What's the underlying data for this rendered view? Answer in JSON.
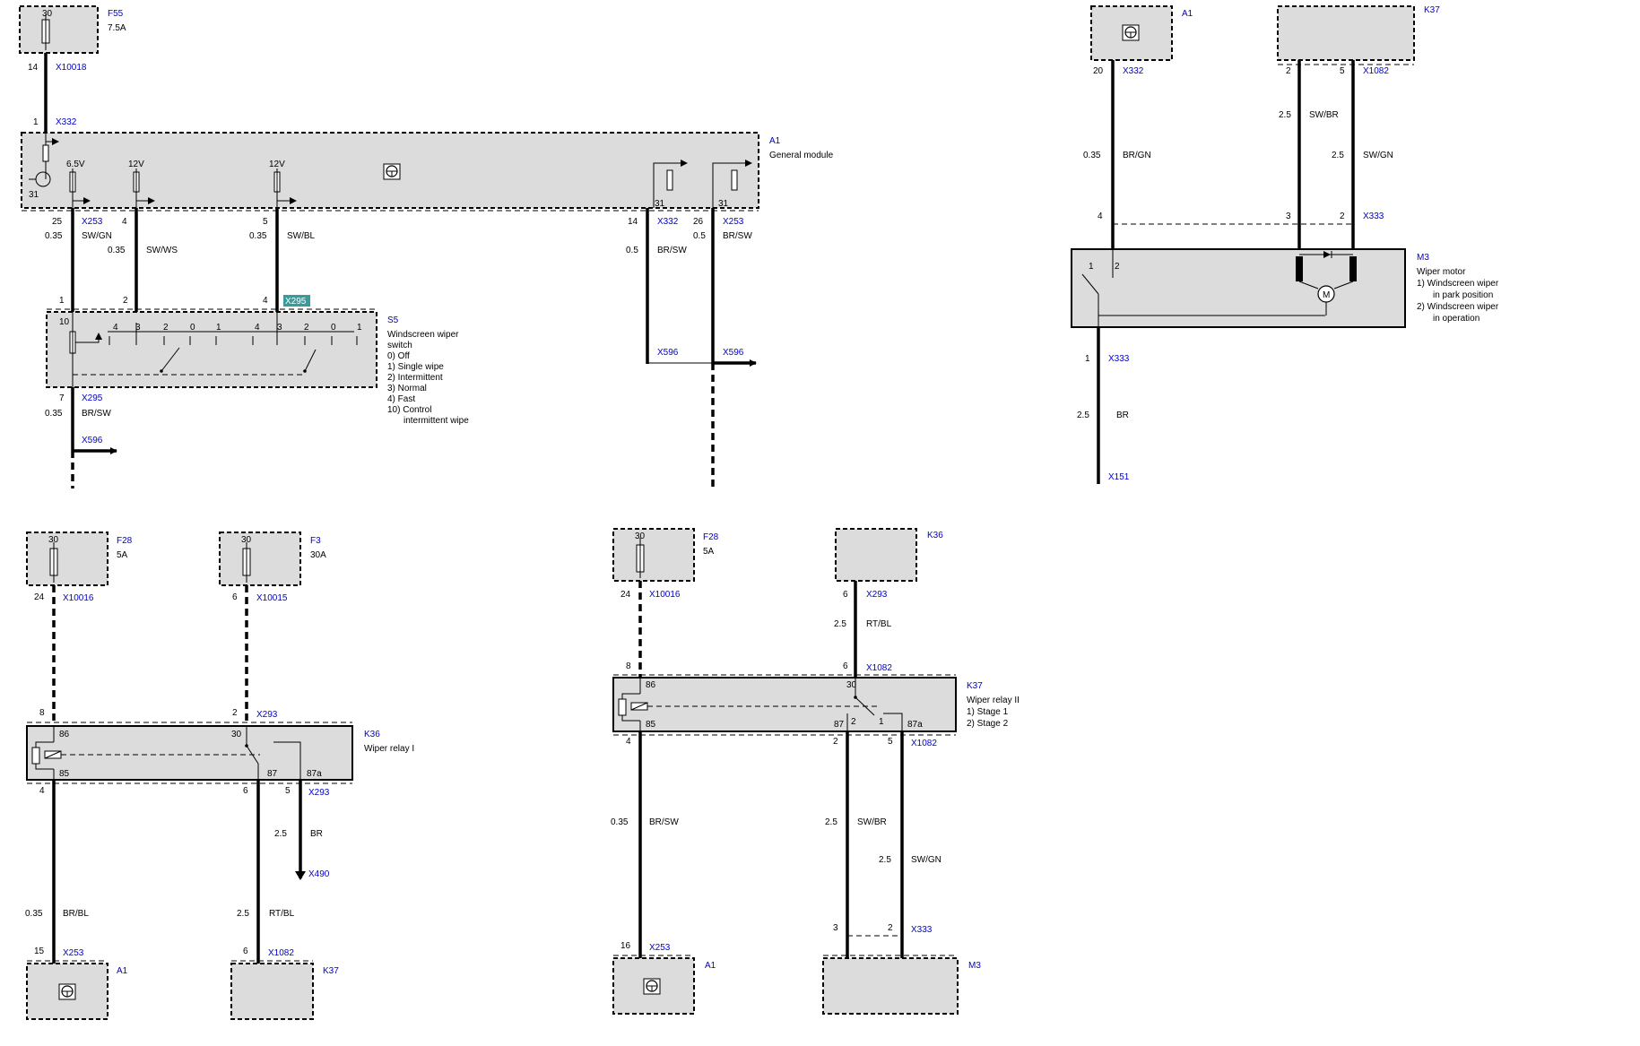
{
  "diagram": {
    "top": {
      "f55": {
        "id": "F55",
        "rating": "7.5A",
        "pin": "30"
      },
      "x10018": {
        "conn": "X10018",
        "pin": "14"
      },
      "x332_in": {
        "conn": "X332",
        "pin": "1"
      },
      "a1": {
        "id": "A1",
        "desc": "General module",
        "v1": "6.5V",
        "v2": "12V",
        "v3": "12V",
        "gnd": "31",
        "gnd2": "31",
        "gnd3": "31"
      },
      "wires": [
        {
          "pin": "25",
          "conn": "X253",
          "size": "0.35",
          "color": "SW/GN"
        },
        {
          "pin": "4",
          "size": "0.35",
          "color": "SW/WS"
        },
        {
          "pin": "5",
          "size": "0.35",
          "color": "SW/BL"
        },
        {
          "pin": "14",
          "conn": "X332",
          "size": "0.5",
          "color": "BR/SW"
        },
        {
          "pin": "26",
          "conn": "X253",
          "size": "0.5",
          "color": "BR/SW"
        }
      ],
      "s5_pins": {
        "p1": "1",
        "p2": "2",
        "p4": "4",
        "conn": "X295"
      },
      "s5": {
        "id": "S5",
        "line1": "Windscreen wiper",
        "line2": "switch",
        "opts": [
          "0) Off",
          "1) Single wipe",
          "2) Intermittent",
          "3) Normal",
          "4) Fast",
          "10) Control",
          "intermittent wipe"
        ],
        "pin10": "10",
        "c1": [
          "4",
          "3",
          "2",
          "0",
          "1"
        ],
        "c2": [
          "4",
          "3",
          "2",
          "0",
          "1"
        ]
      },
      "x596a": "X596",
      "x596b": "X596",
      "s5_out": {
        "pin": "7",
        "conn": "X295",
        "size": "0.35",
        "color": "BR/SW",
        "dest": "X596"
      }
    },
    "motor": {
      "a1": {
        "id": "A1",
        "pin": "20",
        "conn": "X332",
        "size": "0.35",
        "color": "BR/GN"
      },
      "k37": {
        "id": "K37",
        "pin2": "2",
        "pin5": "5",
        "conn": "X1082",
        "w1size": "2.5",
        "w1color": "SW/BR",
        "w2size": "2.5",
        "w2color": "SW/GN"
      },
      "x333": {
        "p4": "4",
        "p3": "3",
        "p2": "2",
        "conn": "X333"
      },
      "m3": {
        "id": "M3",
        "desc": "Wiper motor",
        "opts": [
          "1) Windscreen wiper",
          "in park position",
          "2) Windscreen wiper",
          "in operation"
        ],
        "i1": "1",
        "i2": "2",
        "m": "M"
      },
      "out": {
        "pin": "1",
        "conn": "X333",
        "size": "2.5",
        "color": "BR",
        "dest": "X151"
      }
    },
    "k36": {
      "f28": {
        "id": "F28",
        "rating": "5A",
        "pin": "30",
        "xpin": "24",
        "conn": "X10016"
      },
      "f3": {
        "id": "F3",
        "rating": "30A",
        "pin": "30",
        "xpin": "6",
        "conn": "X10015"
      },
      "x293": {
        "p8": "8",
        "p2": "2",
        "conn": "X293"
      },
      "relay": {
        "id": "K36",
        "desc": "Wiper relay I",
        "t86": "86",
        "t30": "30",
        "t85": "85",
        "t87": "87",
        "t87a": "87a"
      },
      "bot": {
        "p4": "4",
        "p6": "6",
        "p5": "5",
        "conn": "X293"
      },
      "w1": {
        "size": "0.35",
        "color": "BR/BL"
      },
      "w2": {
        "size": "2.5",
        "color": "RT/BL"
      },
      "w3": {
        "size": "2.5",
        "color": "BR",
        "dest": "X490"
      },
      "a1": {
        "id": "A1",
        "pin": "15",
        "conn": "X253"
      },
      "k37": {
        "id": "K37",
        "pin": "6",
        "conn": "X1082"
      }
    },
    "k37": {
      "f28": {
        "id": "F28",
        "rating": "5A",
        "pin": "30",
        "xpin": "24",
        "conn": "X10016"
      },
      "k36": {
        "id": "K36",
        "pin": "6",
        "conn": "X293",
        "size": "2.5",
        "color": "RT/BL"
      },
      "top": {
        "p8": "8",
        "p6": "6",
        "conn": "X1082"
      },
      "relay": {
        "id": "K37",
        "desc": "Wiper relay II",
        "opts": [
          "1) Stage 1",
          "2) Stage 2"
        ],
        "t86": "86",
        "t30": "30",
        "t85": "85",
        "t87": "87",
        "i2": "2",
        "i1": "1",
        "t87a": "87a"
      },
      "bot": {
        "p4": "4",
        "p2": "2",
        "p5": "5",
        "conn": "X1082"
      },
      "w1": {
        "size": "0.35",
        "color": "BR/SW"
      },
      "w2": {
        "size": "2.5",
        "color": "SW/BR"
      },
      "w3": {
        "size": "2.5",
        "color": "SW/GN"
      },
      "a1": {
        "id": "A1",
        "pin": "16",
        "conn": "X253"
      },
      "m3": {
        "id": "M3",
        "p3": "3",
        "p2": "2",
        "conn": "X333"
      }
    }
  }
}
